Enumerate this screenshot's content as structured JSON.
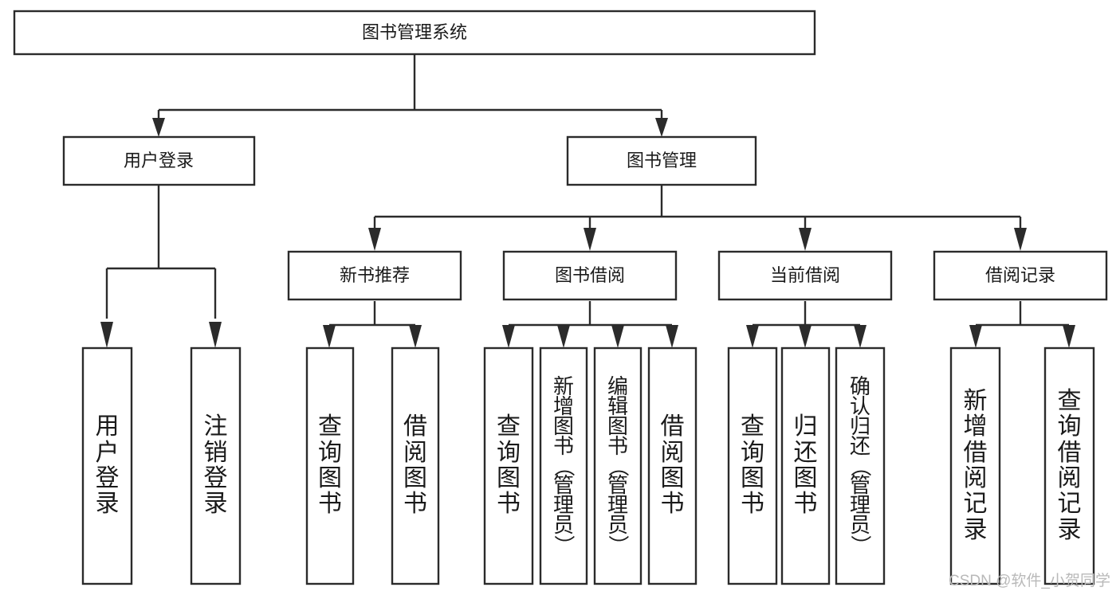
{
  "diagram": {
    "title": "图书管理系统",
    "type": "tree",
    "watermark": "CSDN @软件_小贺同学",
    "colors": {
      "box_stroke": "#2b2b2b",
      "box_fill": "#ffffff",
      "connector": "#2b2b2b",
      "text": "#1a1a1a",
      "watermark": "#b9b9b9",
      "background": "#ffffff"
    },
    "levels": {
      "root": {
        "id": "root",
        "label": "图书管理系统",
        "orientation": "horizontal"
      },
      "level2": [
        {
          "id": "user-login",
          "label": "用户登录",
          "orientation": "horizontal"
        },
        {
          "id": "book-manage",
          "label": "图书管理",
          "orientation": "horizontal"
        }
      ],
      "level3": [
        {
          "id": "new-book-recommend",
          "label": "新书推荐",
          "orientation": "horizontal",
          "parent": "book-manage"
        },
        {
          "id": "book-borrow",
          "label": "图书借阅",
          "orientation": "horizontal",
          "parent": "book-manage"
        },
        {
          "id": "current-borrow",
          "label": "当前借阅",
          "orientation": "horizontal",
          "parent": "book-manage"
        },
        {
          "id": "borrow-record",
          "label": "借阅记录",
          "orientation": "horizontal",
          "parent": "book-manage"
        }
      ],
      "leaves": [
        {
          "id": "leaf-user-login",
          "label": "用户登录",
          "orientation": "vertical",
          "parent": "user-login"
        },
        {
          "id": "leaf-logout-login",
          "label": "注销登录",
          "orientation": "vertical",
          "parent": "user-login"
        },
        {
          "id": "leaf-query-book-1",
          "label": "查询图书",
          "orientation": "vertical",
          "parent": "new-book-recommend"
        },
        {
          "id": "leaf-borrow-book-1",
          "label": "借阅图书",
          "orientation": "vertical",
          "parent": "new-book-recommend"
        },
        {
          "id": "leaf-query-book-2",
          "label": "查询图书",
          "orientation": "vertical",
          "parent": "book-borrow"
        },
        {
          "id": "leaf-add-book",
          "label": "新增图书（管理员）",
          "orientation": "vertical",
          "parent": "book-borrow"
        },
        {
          "id": "leaf-edit-book",
          "label": "编辑图书（管理员）",
          "orientation": "vertical",
          "parent": "book-borrow"
        },
        {
          "id": "leaf-borrow-book-2",
          "label": "借阅图书",
          "orientation": "vertical",
          "parent": "book-borrow"
        },
        {
          "id": "leaf-query-book-3",
          "label": "查询图书",
          "orientation": "vertical",
          "parent": "current-borrow"
        },
        {
          "id": "leaf-return-book",
          "label": "归还图书",
          "orientation": "vertical",
          "parent": "current-borrow"
        },
        {
          "id": "leaf-confirm-return",
          "label": "确认归还（管理员）",
          "orientation": "vertical",
          "parent": "current-borrow"
        },
        {
          "id": "leaf-add-record",
          "label": "新增借阅记录",
          "orientation": "vertical",
          "parent": "borrow-record"
        },
        {
          "id": "leaf-query-record",
          "label": "查询借阅记录",
          "orientation": "vertical",
          "parent": "borrow-record"
        }
      ]
    }
  }
}
